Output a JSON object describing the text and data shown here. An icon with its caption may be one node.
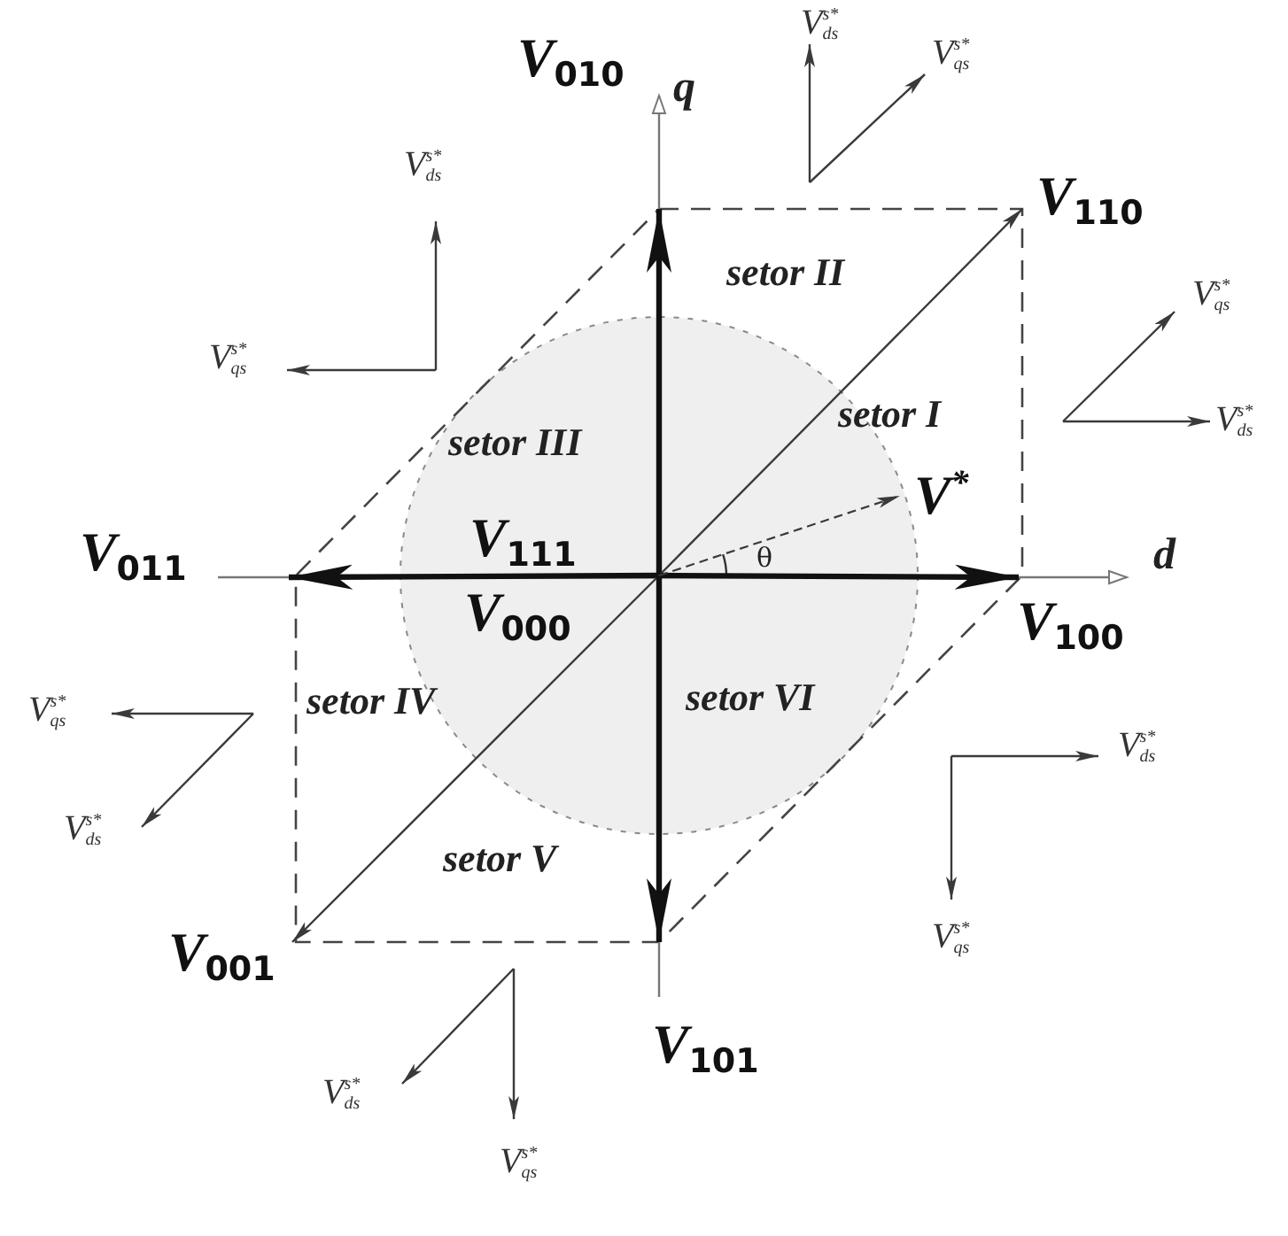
{
  "diagram": {
    "nodes": [
      {
        "text": [
          "V$^{s*}$$_{ds}$"
        ]
      },
      {
        "text": [
          "*V*$_{010}$"
        ]
      },
      {
        "text": [
          "V$^{s*}$$_{qs}$"
        ]
      },
      {
        "text": [
          "V$^{s*}$$_{ds}$"
        ]
      },
      {
        "text": [
          "*V*$_{110}$"
        ]
      },
      {
        "text": [
          "V$^{s*}$$_{qs}$"
        ]
      },
      {
        "text": [
          "V$^{s*}$$_{qs}$"
        ]
      },
      {
        "text": [
          "V$^{s*}$$_{ds}$"
        ]
      },
      {
        "text": [
          "V$^{*}$"
        ]
      },
      {
        "text": [
          "*V*$_{011}$"
        ]
      },
      {
        "text": [
          "*V*$_{100}$"
        ]
      },
      {
        "text": [
          "V$^{s*}$$_{qs}$"
        ]
      },
      {
        "text": [
          "V$^{s*}$$_{ds}$"
        ]
      },
      {
        "text": [
          "V$^{s*}$$_{ds}$"
        ]
      },
      {
        "text": [
          "V$^{s*}$$_{qs}$"
        ]
      },
      {
        "text": [
          "*V*$_{001}$"
        ]
      },
      {
        "text": [
          "*V*$_{101}$"
        ]
      },
      {
        "text": [
          "V$^{s*}$$_{ds}$"
        ]
      },
      {
        "text": [
          "V$^{s*}$$_{qs}$"
        ]
      }
    ],
    "edges": [
      {
        "from": null,
        "to": 1,
        "arrow": "to",
        "style": "thick"
      },
      {
        "from": null,
        "to": 4,
        "arrow": "to"
      },
      {
        "from": null,
        "to": 9,
        "arrow": "to",
        "style": "thick"
      },
      {
        "from": null,
        "to": 10,
        "arrow": "to",
        "style": "thick"
      },
      {
        "from": null,
        "to": 15,
        "arrow": "to"
      },
      {
        "from": null,
        "to": 16,
        "arrow": "to",
        "style": "thick"
      },
      {
        "from": null,
        "to": 8,
        "arrow": "to",
        "style": "dashed"
      },
      {
        "from": null,
        "to": 0,
        "arrow": "to"
      },
      {
        "from": null,
        "to": 2,
        "arrow": "to"
      },
      {
        "from": null,
        "to": 3,
        "arrow": "to"
      },
      {
        "from": null,
        "to": 6,
        "arrow": "to"
      },
      {
        "from": null,
        "to": 5,
        "arrow": "to"
      },
      {
        "from": null,
        "to": 7,
        "arrow": "to"
      },
      {
        "from": null,
        "to": 11,
        "arrow": "to"
      },
      {
        "from": null,
        "to": 13,
        "arrow": "to"
      },
      {
        "from": null,
        "to": 12,
        "arrow": "to"
      },
      {
        "from": null,
        "to": 14,
        "arrow": "to"
      },
      {
        "from": null,
        "to": 17,
        "arrow": "to"
      },
      {
        "from": null,
        "to": 18,
        "arrow": "to"
      }
    ],
    "labels": [
      "q",
      "setor II",
      "setor III",
      "setor I",
      "*V*$_{111}$",
      "θ",
      "d",
      "*V*$_{000}$",
      "setor IV",
      "setor VI",
      "setor V"
    ]
  }
}
